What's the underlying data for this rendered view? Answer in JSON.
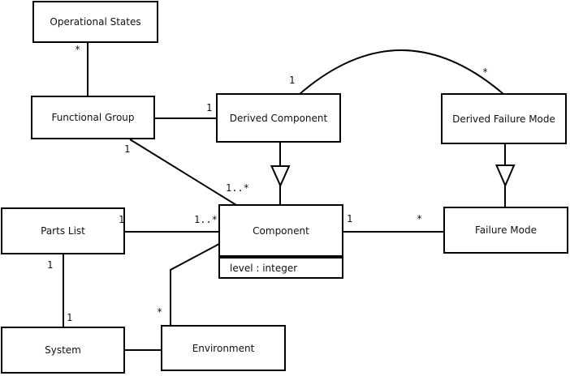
{
  "diagram": {
    "type": "uml-class-diagram",
    "classes": [
      {
        "name": "Operational States"
      },
      {
        "name": "Functional Group"
      },
      {
        "name": "Derived Component"
      },
      {
        "name": "Derived Failure Mode"
      },
      {
        "name": "Parts List"
      },
      {
        "name": "Component",
        "attributes": [
          "level : integer"
        ]
      },
      {
        "name": "Failure Mode"
      },
      {
        "name": "System"
      },
      {
        "name": "Environment"
      }
    ],
    "multiplicities": [
      {
        "text": "*",
        "at": "operational-states-end-of-functional-group-assoc"
      },
      {
        "text": "1",
        "at": "derived-component-end-of-functional-group-assoc"
      },
      {
        "text": "1",
        "at": "functional-group-end-of-component-assoc"
      },
      {
        "text": "1",
        "at": "derived-component-end-of-arc-assoc"
      },
      {
        "text": "*",
        "at": "derived-failure-mode-end-of-arc-assoc"
      },
      {
        "text": "1..*",
        "at": "component-end-of-functional-group-assoc"
      },
      {
        "text": "1",
        "at": "parts-list-end-of-component-assoc"
      },
      {
        "text": "1..*",
        "at": "component-end-of-parts-list-assoc"
      },
      {
        "text": "1",
        "at": "component-end-of-failure-mode-assoc"
      },
      {
        "text": "*",
        "at": "failure-mode-end-of-component-assoc"
      },
      {
        "text": "1",
        "at": "parts-list-end-of-system-assoc"
      },
      {
        "text": "1",
        "at": "system-end-of-parts-list-assoc"
      },
      {
        "text": "*",
        "at": "environment-end-of-component-assoc"
      }
    ],
    "relations": [
      {
        "from": "Operational States",
        "to": "Functional Group",
        "type": "association",
        "labels": [
          "*"
        ]
      },
      {
        "from": "Functional Group",
        "to": "Derived Component",
        "type": "association",
        "labels": [
          "1"
        ]
      },
      {
        "from": "Functional Group",
        "to": "Component",
        "type": "association",
        "labels": [
          "1",
          "1..*"
        ]
      },
      {
        "from": "Derived Component",
        "to": "Derived Failure Mode",
        "type": "association",
        "labels": [
          "1",
          "*"
        ]
      },
      {
        "from": "Parts List",
        "to": "Component",
        "type": "association",
        "labels": [
          "1",
          "1..*"
        ]
      },
      {
        "from": "Component",
        "to": "Failure Mode",
        "type": "association",
        "labels": [
          "1",
          "*"
        ]
      },
      {
        "from": "Parts List",
        "to": "System",
        "type": "association",
        "labels": [
          "1",
          "1"
        ]
      },
      {
        "from": "Environment",
        "to": "Component",
        "type": "association",
        "labels": [
          "*"
        ]
      },
      {
        "from": "System",
        "to": "Environment",
        "type": "association",
        "labels": []
      },
      {
        "from": "Derived Component",
        "to": "Component",
        "type": "generalization"
      },
      {
        "from": "Derived Failure Mode",
        "to": "Failure Mode",
        "type": "generalization"
      }
    ]
  }
}
